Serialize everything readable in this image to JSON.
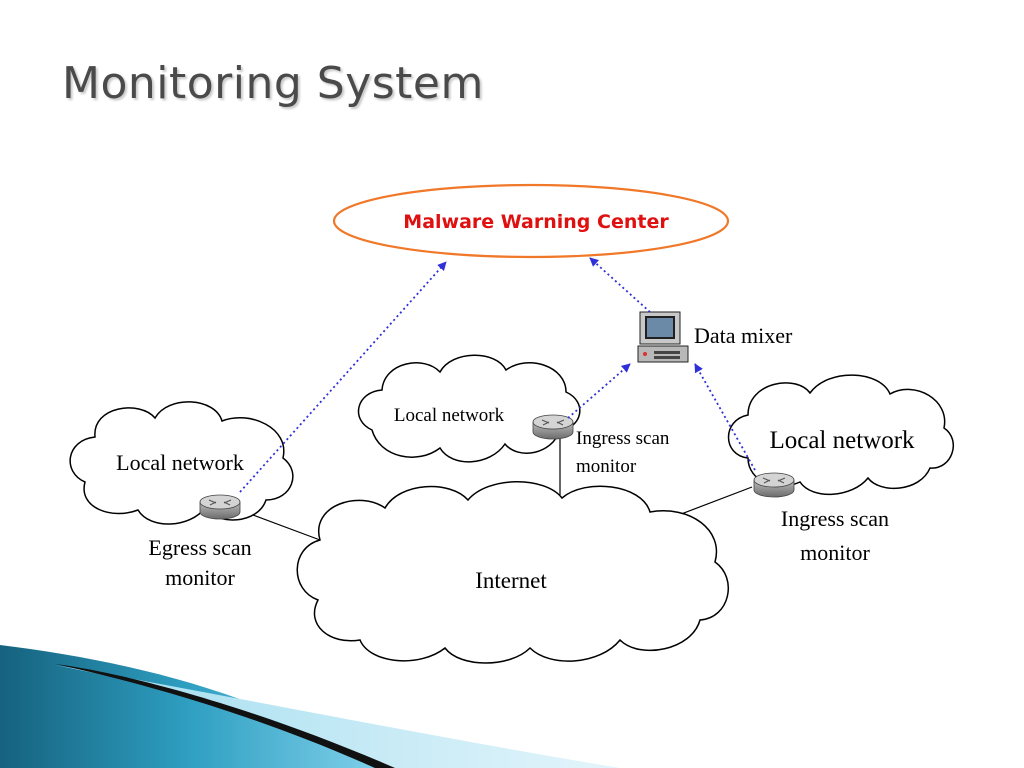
{
  "slide": {
    "title": "Monitoring System"
  },
  "diagram": {
    "center": {
      "label": "Malware Warning Center"
    },
    "data_mixer": {
      "label": "Data mixer"
    },
    "clouds": {
      "left": "Local network",
      "middle": "Local network",
      "right": "Local network",
      "internet": "Internet"
    },
    "monitors": {
      "egress": {
        "line1": "Egress scan",
        "line2": "monitor"
      },
      "ingress_middle": {
        "line1": "Ingress scan",
        "line2": "monitor"
      },
      "ingress_right": {
        "line1": "Ingress scan",
        "line2": "monitor"
      }
    },
    "colors": {
      "center_ellipse": "#f07828",
      "center_text": "#e01010",
      "arrows": "#3030d8",
      "title": "#4a4a4a"
    },
    "icons": [
      "router-icon",
      "computer-icon",
      "cloud-shape"
    ]
  }
}
